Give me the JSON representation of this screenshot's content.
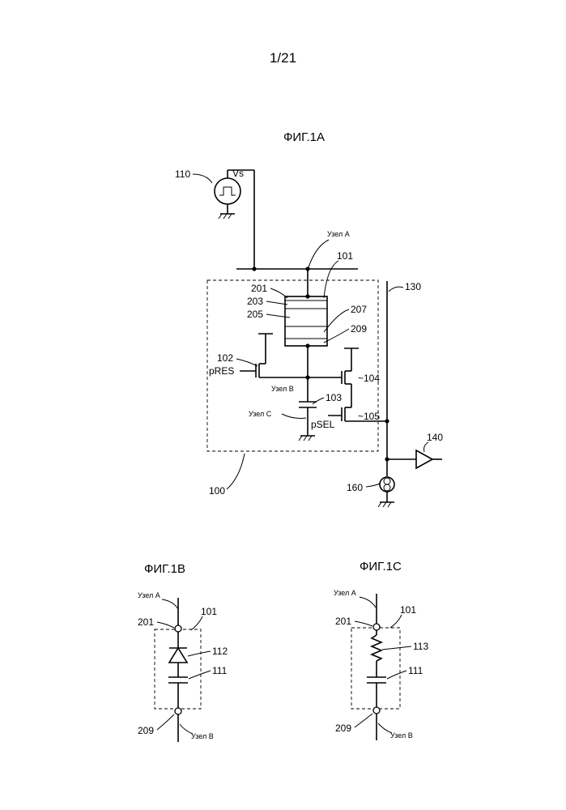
{
  "page_number": "1/21",
  "figures": {
    "fig_1a": {
      "title": "ФИГ.1А",
      "labels": {
        "vs": "Vs",
        "node_a": "Узел А",
        "node_b": "Узел В",
        "node_c": "Узел С",
        "pres": "pRES",
        "psel": "pSEL"
      },
      "refs": {
        "r110": "110",
        "r101": "101",
        "r130": "130",
        "r201": "201",
        "r203": "203",
        "r205": "205",
        "r207": "207",
        "r209": "209",
        "r102": "102",
        "r104": "~104",
        "r103": "103",
        "r105": "~105",
        "r140": "140",
        "r160": "160",
        "r100": "100"
      }
    },
    "fig_1b": {
      "title": "ФИГ.1В",
      "labels": {
        "node_a": "Узел А",
        "node_b": "Узел В"
      },
      "refs": {
        "r101": "101",
        "r201": "201",
        "r112": "112",
        "r111": "111",
        "r209": "209"
      }
    },
    "fig_1c": {
      "title": "ФИГ.1С",
      "labels": {
        "node_a": "Узел А",
        "node_b": "Узел В"
      },
      "refs": {
        "r101": "101",
        "r201": "201",
        "r113": "113",
        "r111": "111",
        "r209": "209"
      }
    }
  }
}
